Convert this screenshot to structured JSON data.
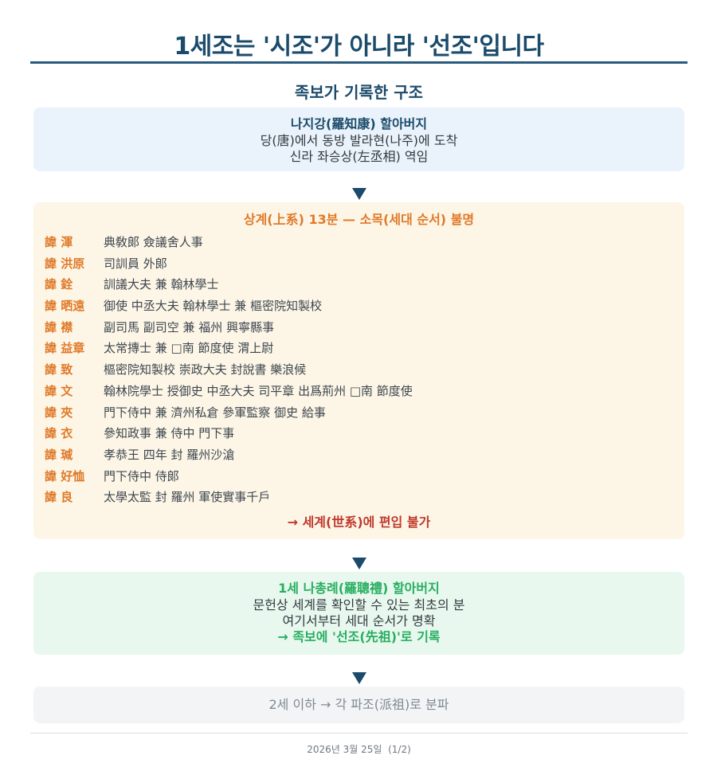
{
  "title": "1세조는 '시조'가 아니라 '선조'입니다",
  "subtitle": "족보가 기록한 구조",
  "origin": {
    "heading": "나지강(羅知康) 할아버지",
    "lines": [
      "당(唐)에서 동방 발라현(나주)에 도착",
      "신라 좌승상(左丞相) 역임"
    ]
  },
  "upper_lineage": {
    "heading": "상계(上系) 13분 — 소목(세대 순서) 불명",
    "ancestors": [
      {
        "name": "諱 渾",
        "desc": "典敎郞 僉議舍人事"
      },
      {
        "name": "諱 洪原",
        "desc": "司訓員 外郞"
      },
      {
        "name": "諱 銓",
        "desc": "訓議大夫 兼 翰林學士"
      },
      {
        "name": "諱 晒遠",
        "desc": "御使 中丞大夫 翰林學士 兼 樞密院知製校"
      },
      {
        "name": "諱 襟",
        "desc": "副司馬 副司空 兼 福州 興寧縣事"
      },
      {
        "name": "諱 益章",
        "desc": "太常摶士 兼 □南 節度使 渭上尉"
      },
      {
        "name": "諱 致",
        "desc": "樞密院知製校 崇政大夫 封說書 樂浪候"
      },
      {
        "name": "諱 文",
        "desc": "翰林院學士 授御史 中丞大夫 司平章 出爲荊州 □南 節度使"
      },
      {
        "name": "諱 夾",
        "desc": "門下侍中 兼 濟州私倉 參軍監察 御史 給事"
      },
      {
        "name": "諱 衣",
        "desc": "參知政事 兼 侍中 門下事"
      },
      {
        "name": "諱 瑊",
        "desc": "孝恭王 四年 封 羅州沙滄"
      },
      {
        "name": "諱 好恤",
        "desc": "門下侍中 侍郞"
      },
      {
        "name": "諱 良",
        "desc": "太學太監 封 羅州 軍使實事千戶"
      }
    ],
    "conclusion": "→ 세계(世系)에 편입 불가"
  },
  "first_generation": {
    "heading": "1세 나총례(羅聰禮) 할아버지",
    "lines": [
      "문헌상 세계를 확인할 수 있는 최초의 분",
      "여기서부터 세대 순서가 명확"
    ],
    "conclusion": "→ 족보에 '선조(先祖)'로 기록"
  },
  "branch": {
    "text": "2세 이하 → 각 파조(派祖)로 분파"
  },
  "footer": {
    "date": "2026년 3월 25일",
    "page": "(1/2)"
  },
  "colors": {
    "primary": "#1b4b6b",
    "upper_accent": "#e07a2a",
    "warning": "#c0392b",
    "success": "#27ae60",
    "muted": "#7f8a92"
  }
}
